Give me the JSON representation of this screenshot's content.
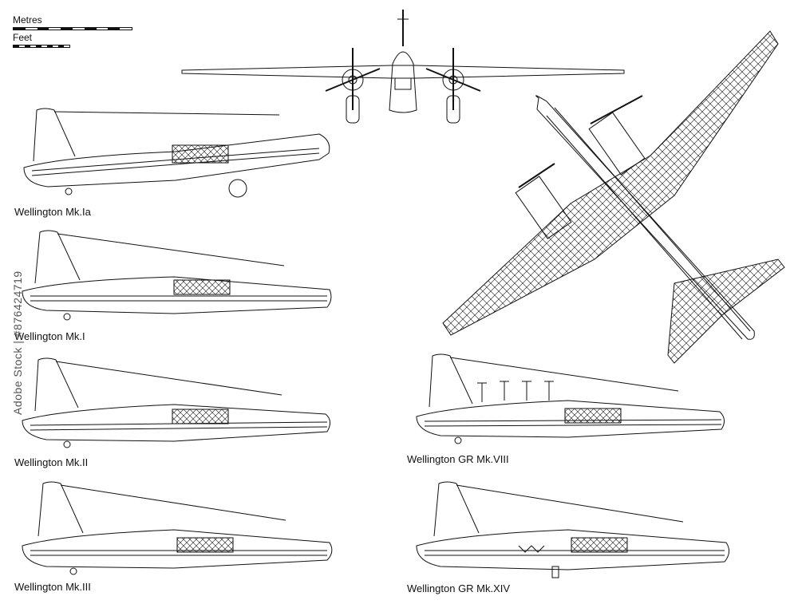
{
  "scale": {
    "metres_label": "Metres",
    "feet_label": "Feet"
  },
  "labels": {
    "mk_ia": "Wellington Mk.Ia",
    "mk_i": "Wellington Mk.I",
    "mk_ii": "Wellington Mk.II",
    "mk_iii": "Wellington Mk.III",
    "gr_viii": "Wellington GR Mk.VIII",
    "gr_xiv": "Wellington GR Mk.XIV"
  },
  "watermark": {
    "text": "Adobe Stock | #876424719"
  },
  "colors": {
    "line": "#111111",
    "background": "#ffffff",
    "watermark": "#cccccc"
  }
}
